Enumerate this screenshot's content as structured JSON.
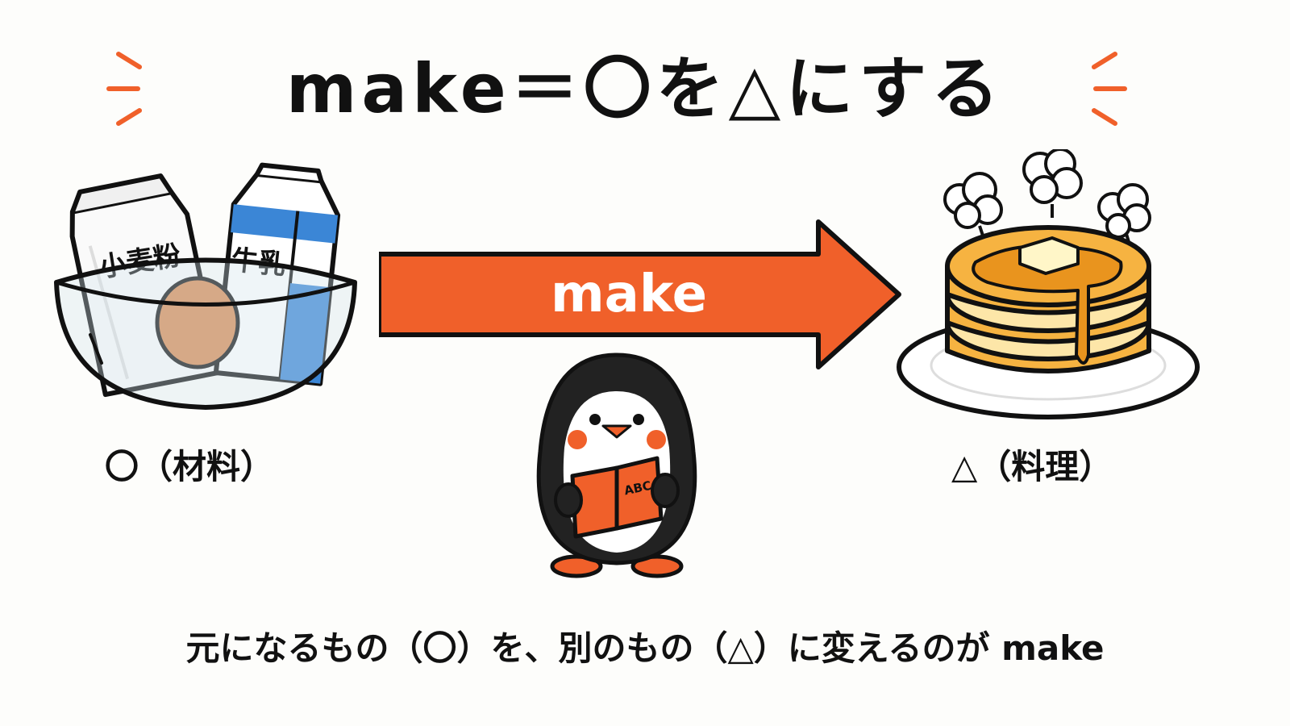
{
  "title": "make＝〇を△にする",
  "arrow": {
    "label": "make"
  },
  "ingredients": {
    "caption": "〇（材料）",
    "flour_label": "小麦粉",
    "milk_label": "牛乳"
  },
  "result": {
    "caption": "△（料理）"
  },
  "penguin": {
    "book_label": "ABC"
  },
  "summary": "元になるもの（〇）を、別のもの（△）に変えるのが make",
  "colors": {
    "accent": "#f0602a",
    "pancake": "#f6b341",
    "syrup": "#e9941e",
    "egg": "#d98a52",
    "milk_blue": "#3b86d6"
  }
}
